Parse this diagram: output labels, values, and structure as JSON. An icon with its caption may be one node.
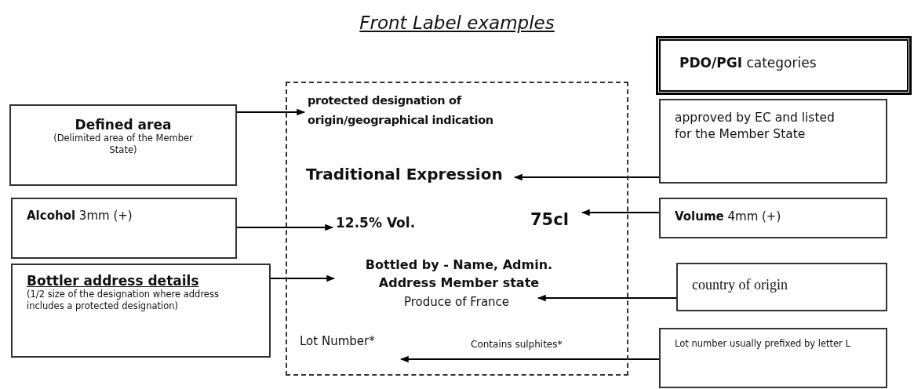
{
  "diagram": {
    "title": "Front Label examples",
    "nodes": [
      {
        "text": [],
        "shape": "box"
      },
      {
        "text": [
          "protected designation of origin/geographical indication"
        ],
        "in": 0
      },
      {
        "text": [
          "Traditional Expression"
        ],
        "in": 0
      },
      {
        "text": [
          "12.5% Vol."
        ],
        "in": 0
      },
      {
        "text": [
          "75cl"
        ],
        "in": 0
      },
      {
        "text": [
          "Bottled by - Name, Admin. Address Member state"
        ],
        "in": 0
      },
      {
        "text": [
          "Produce of France"
        ],
        "in": 0
      },
      {
        "text": [
          "Lot Number*"
        ],
        "in": 0
      },
      {
        "text": [
          "Defined area",
          "(Delimited area of the Member State)"
        ]
      },
      {
        "text": [
          "**Alcohol** 3mm (+)"
        ]
      },
      {
        "text": [
          "Bottler address details",
          "(1/2 size of the designation where address includes a protected designation)"
        ]
      },
      {
        "text": [
          "**PDO/PGI** categories"
        ]
      },
      {
        "text": [
          "approved by EC and listed for the Member State"
        ]
      },
      {
        "text": [
          "**Volume** 4mm (+)"
        ]
      },
      {
        "text": [
          "country of origin"
        ]
      },
      {
        "text": [
          "Lot number usually prefixed by letter L"
        ]
      }
    ],
    "edges": [
      {
        "from": 8,
        "to": 1,
        "arrow": "to"
      },
      {
        "from": 9,
        "to": 3,
        "arrow": "to"
      },
      {
        "from": 10,
        "to": 5,
        "arrow": "to"
      },
      {
        "from": 12,
        "to": 2,
        "arrow": "to"
      },
      {
        "from": 13,
        "to": 4,
        "arrow": "to"
      },
      {
        "from": 14,
        "to": 6,
        "arrow": "to"
      },
      {
        "from": 15,
        "to": 7,
        "arrow": "to"
      }
    ],
    "labels": [
      "Contains sulphites*"
    ]
  }
}
